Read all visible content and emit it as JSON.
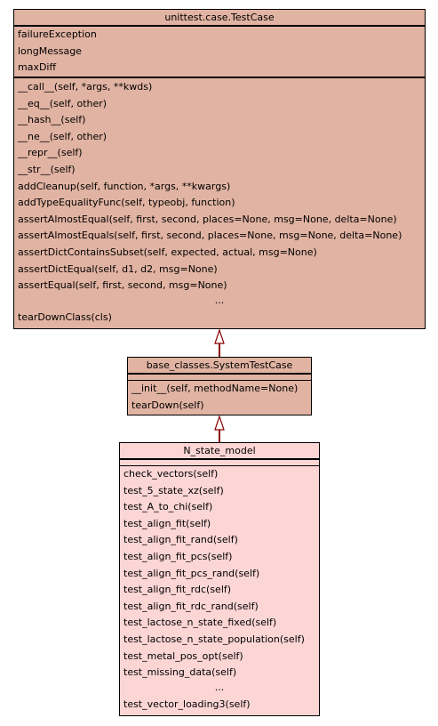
{
  "classes": {
    "testcase": {
      "name": "unittest.case.TestCase",
      "attributes": [
        "failureException",
        "longMessage",
        "maxDiff"
      ],
      "methods": [
        "__call__(self, *args, **kwds)",
        "__eq__(self, other)",
        "__hash__(self)",
        "__ne__(self, other)",
        "__repr__(self)",
        "__str__(self)",
        "addCleanup(self, function, *args, **kwargs)",
        "addTypeEqualityFunc(self, typeobj, function)",
        "assertAlmostEqual(self, first, second, places=None, msg=None, delta=None)",
        "assertAlmostEquals(self, first, second, places=None, msg=None, delta=None)",
        "assertDictContainsSubset(self, expected, actual, msg=None)",
        "assertDictEqual(self, d1, d2, msg=None)",
        "assertEqual(self, first, second, msg=None)"
      ],
      "ellipsis": "...",
      "last_method": "tearDownClass(cls)",
      "fill": "#e1b3a2"
    },
    "systemtestcase": {
      "name": "base_classes.SystemTestCase",
      "methods": [
        "__init__(self, methodName=None)",
        "tearDown(self)"
      ],
      "fill": "#e1b3a2"
    },
    "nstatemodel": {
      "name": "N_state_model",
      "methods": [
        "check_vectors(self)",
        "test_5_state_xz(self)",
        "test_A_to_chi(self)",
        "test_align_fit(self)",
        "test_align_fit_rand(self)",
        "test_align_fit_pcs(self)",
        "test_align_fit_pcs_rand(self)",
        "test_align_fit_rdc(self)",
        "test_align_fit_rdc_rand(self)",
        "test_lactose_n_state_fixed(self)",
        "test_lactose_n_state_population(self)",
        "test_metal_pos_opt(self)",
        "test_missing_data(self)"
      ],
      "ellipsis": "...",
      "last_method": "test_vector_loading3(self)",
      "fill": "#fcd5d5"
    }
  },
  "edge_color": "#8b0000"
}
